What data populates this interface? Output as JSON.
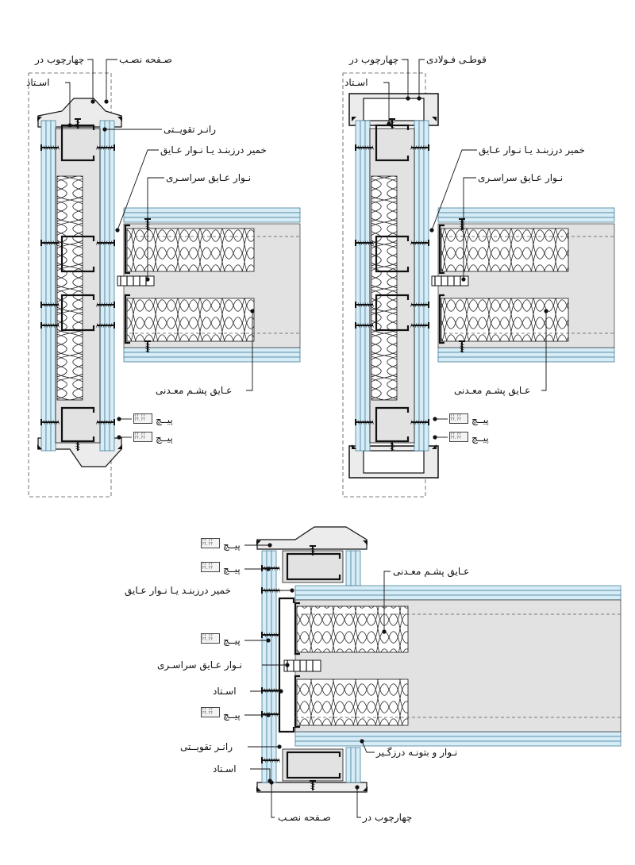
{
  "colors": {
    "board": "#d6ecf6",
    "board_edge": "#4a7f9a",
    "steel": "#111111",
    "insulation": "#ffffff",
    "cavity": "#e2e2e2",
    "frame_fill": "#ececec",
    "leader": "#111111"
  },
  "icons": {
    "tag": "screw-callout-icon",
    "dot": "leader-dot-icon"
  },
  "tag_text": {
    "line1": "?? ??",
    "line2": "??.??"
  },
  "detail_a": {
    "door_frame": "چهارچوب در",
    "stud": "اسـتاد",
    "mounting_plate": "صـفحه نصـب",
    "reinforcing_runner": "رانـر تقويــتی",
    "sealant_or_tape": "خمير درزبنـد يـا نـوار عـايق",
    "continuous_tape": "نـوار عـايق سراسـری",
    "mineral_wool": "عـايق پشـم معـدنی",
    "screw_1": "پيــچ",
    "screw_2": "پيــچ"
  },
  "detail_b": {
    "door_frame": "چهارچوب در",
    "steel_box": "قوطـی فـولادی",
    "stud": "اسـتاد",
    "sealant_or_tape": "خمير درزبنـد يـا نـوار عـايق",
    "continuous_tape": "نـوار عـايق سراسـری",
    "mineral_wool": "عـايق پشـم معـدنی",
    "screw_1": "پيــچ",
    "screw_2": "پيــچ"
  },
  "detail_c": {
    "screw_1": "پيــچ",
    "screw_2": "پيــچ",
    "sealant_or_tape": "خمير درزبنـد يـا نـوار عـايق",
    "screw_3": "پيــچ",
    "continuous_tape": "نـوار عـايق سراسـری",
    "stud_1": "اسـتاد",
    "screw_4": "پيــچ",
    "reinforcing_runner": "رانـر تقويــتی",
    "stud_2": "اسـتاد",
    "mineral_wool": "عـايق پشـم معـدنی",
    "tape_and_putty": "نـوار و بتونـه درزگـير",
    "mounting_plate": "صـفحه نصـب",
    "door_frame": "چهارچوب در"
  }
}
